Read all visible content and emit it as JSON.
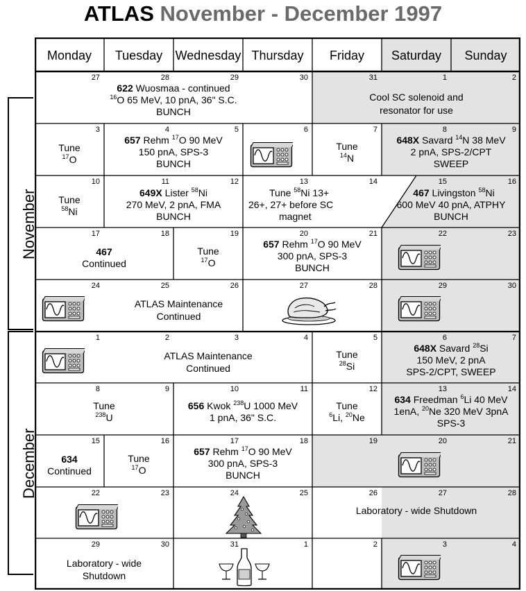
{
  "title": {
    "part1": "ATLAS",
    "part2": "November - December 1997"
  },
  "days": [
    "Monday",
    "Tuesday",
    "Wednesday",
    "Thursday",
    "Friday",
    "Saturday",
    "Sunday"
  ],
  "months": [
    "November",
    "December"
  ],
  "day_numbers": [
    [
      "27",
      "28",
      "29",
      "30",
      "31",
      "1",
      "2"
    ],
    [
      "3",
      "4",
      "5",
      "6",
      "7",
      "8",
      "9"
    ],
    [
      "10",
      "11",
      "12",
      "13",
      "14",
      "15",
      "16"
    ],
    [
      "17",
      "18",
      "19",
      "20",
      "21",
      "22",
      "23"
    ],
    [
      "24",
      "25",
      "26",
      "27",
      "28",
      "29",
      "30"
    ],
    [
      "1",
      "2",
      "3",
      "4",
      "5",
      "6",
      "7"
    ],
    [
      "8",
      "9",
      "10",
      "11",
      "12",
      "13",
      "14"
    ],
    [
      "15",
      "16",
      "17",
      "18",
      "19",
      "20",
      "21"
    ],
    [
      "22",
      "23",
      "24",
      "25",
      "26",
      "27",
      "28"
    ],
    [
      "29",
      "30",
      "31",
      "1",
      "2",
      "3",
      "4"
    ]
  ],
  "events": {
    "w0_wuosmaa": {
      "l1_num": "622",
      "l1_text": " Wuosmaa - continued",
      "l2_sup": "16",
      "l2_text": "O 65 MeV, 10 pnA, 36\" S.C.",
      "l3": "BUNCH"
    },
    "w0_cool": {
      "l1": "Cool SC solenoid and",
      "l2": "resonator for use"
    },
    "w1_tune_mon": {
      "l1": "Tune",
      "sup": "17",
      "el": "O"
    },
    "w1_rehm": {
      "num": "657",
      "t1": " Rehm ",
      "sup": "17",
      "t2": "O 90 MeV",
      "l2": "150 pnA, SPS-3",
      "l3": "BUNCH"
    },
    "w1_tune_fri": {
      "l1": "Tune",
      "sup": "14",
      "el": "N"
    },
    "w1_savard": {
      "num": "648X",
      "t1": " Savard ",
      "sup": "14",
      "t2": "N 38 MeV",
      "l2": "2 pnA, SPS-2/CPT",
      "l3": "SWEEP"
    },
    "w2_tune_mon": {
      "l1": "Tune",
      "sup": "58",
      "el": "Ni"
    },
    "w2_lister": {
      "num": "649X",
      "t1": " Lister ",
      "sup": "58",
      "t2": "Ni",
      "l2": "270 MeV, 2 pnA, FMA",
      "l3": "BUNCH"
    },
    "w2_tune_thu": {
      "t1": "Tune ",
      "sup": "58",
      "t2": "Ni 13+",
      "l2": "26+, 27+ before SC",
      "l3": "magnet"
    },
    "w2_livingston": {
      "num": "467",
      "t1": " Livingston ",
      "sup": "58",
      "t2": "Ni",
      "l2": "600 MeV 40 pnA, ATPHY",
      "l3": "BUNCH"
    },
    "w3_467": {
      "num": "467",
      "l2": "Continued"
    },
    "w3_tune_wed": {
      "l1": "Tune",
      "sup": "17",
      "el": "O"
    },
    "w3_rehm": {
      "num": "657",
      "t1": " Rehm ",
      "sup": "17",
      "t2": "O 90 MeV",
      "l2": "300 pnA, SPS-3",
      "l3": "BUNCH"
    },
    "w4_maint": {
      "l1": "ATLAS Maintenance",
      "l2": "Continued"
    },
    "w5_maint": {
      "l1": "ATLAS Maintenance",
      "l2": "Continued"
    },
    "w5_tune_fri": {
      "l1": "Tune",
      "sup": "28",
      "el": "Si"
    },
    "w5_savard": {
      "num": "648X",
      "t1": " Savard ",
      "sup": "28",
      "t2": "Si",
      "l2": "150 MeV, 2 pnA",
      "l3": "SPS-2/CPT, SWEEP"
    },
    "w6_tune_mon": {
      "l1": "Tune",
      "sup": "238",
      "el": "U"
    },
    "w6_kwok": {
      "num": "656",
      "t1": " Kwok ",
      "sup": "238",
      "t2": "U 1000 MeV",
      "l2": "1 pnA, 36\" S.C."
    },
    "w6_tune_fri": {
      "l1": "Tune",
      "sup1": "6",
      "el1": "Li, ",
      "sup2": "20",
      "el2": "Ne"
    },
    "w6_freedman": {
      "num": "634",
      "t1": " Freedman ",
      "sup1": "6",
      "t2": "Li 40 MeV",
      "l2a": "1enA, ",
      "sup2": "20",
      "l2b": "Ne 320 MeV 3pnA",
      "l3": "SPS-3"
    },
    "w7_634": {
      "num": "634",
      "l2": "Continued"
    },
    "w7_tune_tue": {
      "l1": "Tune",
      "sup": "17",
      "el": "O"
    },
    "w7_rehm": {
      "num": "657",
      "t1": " Rehm ",
      "sup": "17",
      "t2": "O 90 MeV",
      "l2": "300 pnA, SPS-3",
      "l3": "BUNCH"
    },
    "w8_shutdown": {
      "l1": "Laboratory - wide Shutdown"
    },
    "w9_shutdown": {
      "l1": "Laboratory - wide",
      "l2": "Shutdown"
    }
  },
  "icons": [
    "oscilloscope-icon",
    "turkey-icon",
    "christmas-tree-icon",
    "champagne-icon"
  ],
  "colors": {
    "weekend_shade": "#e3e3e3",
    "title_gray": "#6a6a6a"
  }
}
